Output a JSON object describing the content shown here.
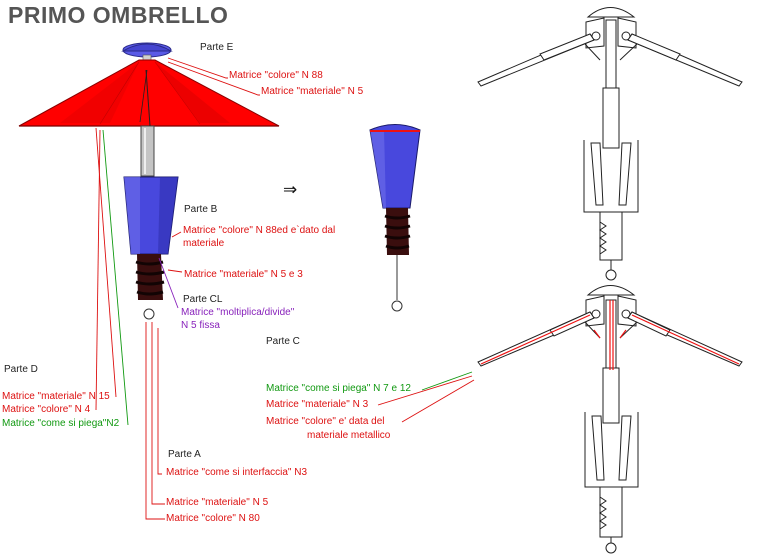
{
  "title": "PRIMO OMBRELLO",
  "arrow_symbol": "⇒",
  "parts": {
    "e": "Parte E",
    "b": "Parte B",
    "cl": "Parte CL",
    "c": "Parte C",
    "d": "Parte D",
    "a": "Parte A"
  },
  "labels": {
    "e_colore": "Matrice \"colore\" N 88",
    "e_materiale": "Matrice \"materiale\" N 5",
    "b_colore_1": "Matrice \"colore\" N 88ed e`dato dal",
    "b_colore_2": "materiale",
    "b_materiale": "Matrice \"materiale\" N 5 e 3",
    "cl_1": "Matrice \"moltiplica/divide\"",
    "cl_2": "N 5 fissa",
    "d_materiale": "Matrice \"materiale\" N 15",
    "d_colore": "Matrice \"colore\" N 4",
    "d_piega": "Matrice \"come si piega\"N2",
    "a_interfaccia": "Matrice \"come si interfaccia\" N3",
    "a_materiale": "Matrice \"materiale\" N 5",
    "a_colore": "Matrice \"colore\" N 80",
    "c_piega": "Matrice \"come si piega\" N 7 e 12",
    "c_materiale": "Matrice \"materiale\" N 3",
    "c_colore_1": "Matrice \"colore\" e' data del",
    "c_colore_2": "materiale metallico"
  },
  "colors": {
    "canopy_red": "#ff0000",
    "cap_blue": "#5050e0",
    "handle_blue": "#4040dd",
    "grip_dark": "#3a0e0e",
    "pole_gray": "#c0c0c0",
    "annot_red": "#dd1111",
    "annot_green": "#119911",
    "annot_purple": "#8822bb"
  }
}
